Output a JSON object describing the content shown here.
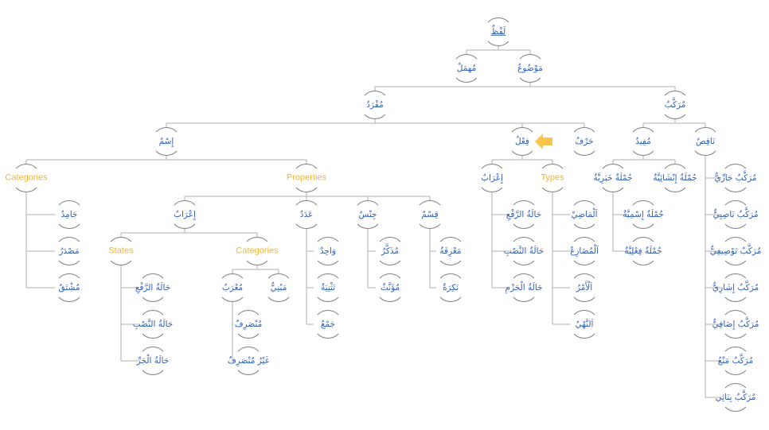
{
  "diagram": {
    "title": "Arabic word classification tree",
    "colors": {
      "arabic_text": "#2e5fb5",
      "english_text": "#f5b532",
      "connector": "#bfbfbf",
      "node_arc": "#7f7f7f",
      "pointer_arrow": "#fbc54a"
    },
    "pointer": {
      "target": "fil",
      "icon": "left-arrow-icon"
    },
    "nodes": [
      {
        "id": "lafz",
        "label": "لَفْظٌ",
        "parent": null
      },
      {
        "id": "muhmal",
        "label": "مُهمَلٌ",
        "parent": "lafz"
      },
      {
        "id": "mawdu",
        "label": "مَوْضُوعٌ",
        "parent": "lafz"
      },
      {
        "id": "mufrad",
        "label": "مُفْرَدٌ",
        "parent": "mawdu"
      },
      {
        "id": "murakkab",
        "label": "مُرَكَّبٌ",
        "parent": "mawdu"
      },
      {
        "id": "ism",
        "label": "إِسْمٌ",
        "parent": "mufrad"
      },
      {
        "id": "fil",
        "label": "فِعْلٌ",
        "parent": "mufrad"
      },
      {
        "id": "harf",
        "label": "حَرْفٌ",
        "parent": "mufrad"
      },
      {
        "id": "ism_categories",
        "label": "Categories",
        "lang": "en",
        "parent": "ism"
      },
      {
        "id": "jamid",
        "label": "جَامِدٌ",
        "parent": "ism_categories"
      },
      {
        "id": "masdar",
        "label": "مَصْدَرٌ",
        "parent": "ism_categories"
      },
      {
        "id": "mushtaq",
        "label": "مُشْتَقٌ",
        "parent": "ism_categories"
      },
      {
        "id": "properties",
        "label": "Properties",
        "lang": "en",
        "parent": "ism"
      },
      {
        "id": "ism_irab",
        "label": "إِعْرَابٌ",
        "parent": "properties"
      },
      {
        "id": "adad",
        "label": "عَدَدٌ",
        "parent": "properties"
      },
      {
        "id": "jins",
        "label": "جِنْسٌ",
        "parent": "properties"
      },
      {
        "id": "qism",
        "label": "قِسْمٌ",
        "parent": "properties"
      },
      {
        "id": "states",
        "label": "States",
        "lang": "en",
        "parent": "ism_irab"
      },
      {
        "id": "ism_raf",
        "label": "حَالَةُ الرَّفْعِ",
        "parent": "states"
      },
      {
        "id": "ism_nasb",
        "label": "حَالَةُ النَّصْبِ",
        "parent": "states"
      },
      {
        "id": "ism_jarr",
        "label": "حَالَةُ الْجَرِّ",
        "parent": "states"
      },
      {
        "id": "irab_categories",
        "label": "Categories",
        "lang": "en",
        "parent": "ism_irab"
      },
      {
        "id": "murab",
        "label": "مُعْرَبٌ",
        "parent": "irab_categories"
      },
      {
        "id": "mabni",
        "label": "مَبْنِيٌّ",
        "parent": "irab_categories"
      },
      {
        "id": "munsarif",
        "label": "مُنْصَرِفٌ",
        "parent": "murab"
      },
      {
        "id": "ghayr_munsarif",
        "label": "غَيْرُ مُنْصَرِفٌ",
        "parent": "murab"
      },
      {
        "id": "wahid",
        "label": "وَاحِدٌ",
        "parent": "adad"
      },
      {
        "id": "tathniya",
        "label": "تَثْنِيَةٌ",
        "parent": "adad"
      },
      {
        "id": "jam",
        "label": "جَمْعٌ",
        "parent": "adad"
      },
      {
        "id": "mudhakkar",
        "label": "مُذَكَّرٌ",
        "parent": "jins"
      },
      {
        "id": "muannath",
        "label": "مُؤَنَّثٌ",
        "parent": "jins"
      },
      {
        "id": "marifa",
        "label": "مَعْرِفَةٌ",
        "parent": "qism"
      },
      {
        "id": "nakira",
        "label": "نَكِرَةٌ",
        "parent": "qism"
      },
      {
        "id": "fil_irab",
        "label": "إِعْرَابٌ",
        "parent": "fil"
      },
      {
        "id": "fil_raf",
        "label": "حَالَةُ الرَّفْعِ",
        "parent": "fil_irab"
      },
      {
        "id": "fil_nasb",
        "label": "حَالَةُ النَّصْبِ",
        "parent": "fil_irab"
      },
      {
        "id": "fil_jazm",
        "label": "حَالَةُ الْجَزْمِ",
        "parent": "fil_irab"
      },
      {
        "id": "types",
        "label": "Types",
        "lang": "en",
        "parent": "fil"
      },
      {
        "id": "madi",
        "label": "اَلْمَاضِيْ",
        "parent": "types"
      },
      {
        "id": "mudari",
        "label": "اَلْمُضَارِعْ",
        "parent": "types"
      },
      {
        "id": "amr",
        "label": "اَلْأَمْرُ",
        "parent": "types"
      },
      {
        "id": "nahy",
        "label": "اَلنَّهْيُ",
        "parent": "types"
      },
      {
        "id": "mufid",
        "label": "مُفِيدٌ",
        "parent": "murakkab"
      },
      {
        "id": "naqis",
        "label": "نَاقِصٌ",
        "parent": "murakkab"
      },
      {
        "id": "khabariyya",
        "label": "جُمْلَةٌ خَبَرِيَّةٌ",
        "parent": "mufid"
      },
      {
        "id": "inshaiyya",
        "label": "جُمْلَةٌ إِنْشَائِيَّةٌ",
        "parent": "mufid"
      },
      {
        "id": "ismiyya",
        "label": "جُمْلَةٌ إِسْمِيَّةٌ",
        "parent": "khabariyya"
      },
      {
        "id": "filiyya",
        "label": "جُمْلَةٌ فِعْلِيَّةٌ",
        "parent": "khabariyya"
      },
      {
        "id": "jarri",
        "label": "مُرَكَّبٌ جَارِّيٌّ",
        "parent": "naqis"
      },
      {
        "id": "nasibi",
        "label": "مُرَكَّبٌ نَاصِبِيٌّ",
        "parent": "naqis"
      },
      {
        "id": "tawsifi",
        "label": "مُرَكَّبٌ تَوْصِيفِيٌّ",
        "parent": "naqis"
      },
      {
        "id": "ishari",
        "label": "مُرَكَّبٌ إِشَارِيٌّ",
        "parent": "naqis"
      },
      {
        "id": "idafi",
        "label": "مُرَكَّبٌ إِضَافِيٌّ",
        "parent": "naqis"
      },
      {
        "id": "mana",
        "label": "مُرَكَّبٌ مَنْعٌ",
        "parent": "naqis"
      },
      {
        "id": "binai",
        "label": "مُرَكَّبٌ بِنَائِي",
        "parent": "naqis"
      }
    ]
  }
}
